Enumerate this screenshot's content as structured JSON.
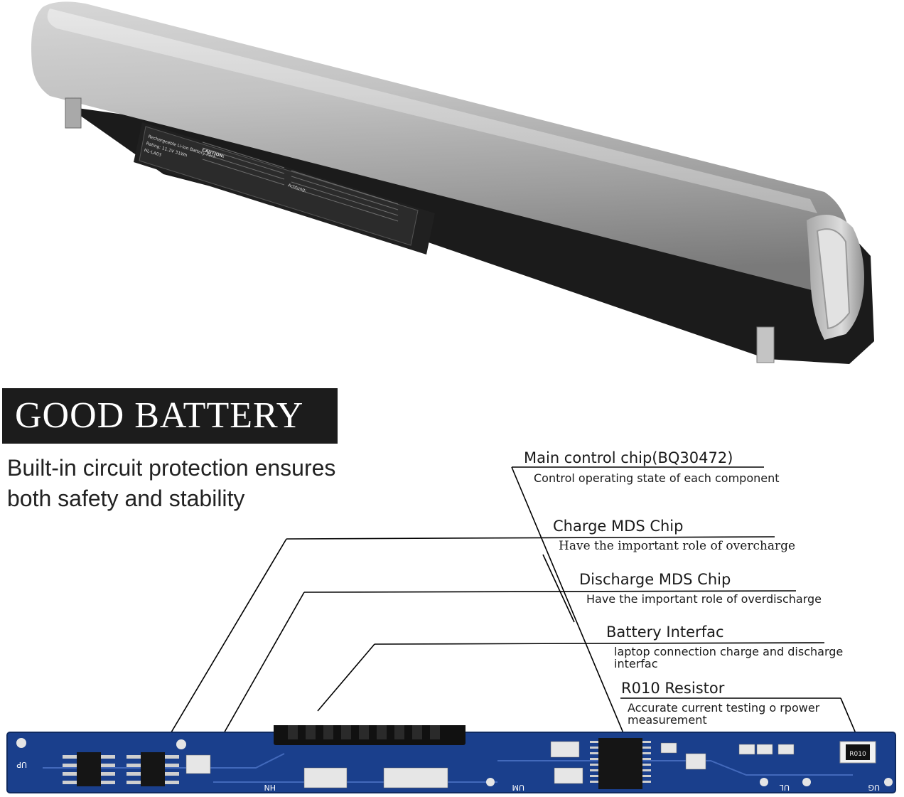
{
  "banner": {
    "text": "GOOD BATTERY"
  },
  "tagline": {
    "line1": "Built-in circuit protection ensures",
    "line2": "both safety and stability"
  },
  "callouts": [
    {
      "title": "Main control chip(BQ30472)",
      "desc": "Control operating state of each component"
    },
    {
      "title": "Charge MDS Chip",
      "desc": "Have the important role of overcharge"
    },
    {
      "title": "Discharge MDS Chip",
      "desc": "Have the important role of overdischarge"
    },
    {
      "title": "Battery Interfac",
      "desc": "laptop connection charge and discharge",
      "desc2": "interfac"
    },
    {
      "title": "R010 Resistor",
      "desc": "Accurate current testing o rpower",
      "desc2": "measurement"
    }
  ],
  "battery_label": {
    "header": "Rechargeable Li-ion Battery Pack",
    "rating": "Rating: 11.1V  31Wh",
    "model": "HL-LA03",
    "caution": "CAUTION:",
    "achtung": "Achtung:"
  },
  "pcb": {
    "marks": [
      "UP",
      "HN",
      "UM",
      "UG",
      "UL",
      "R010"
    ]
  },
  "colors": {
    "banner_bg": "#1c1c1c",
    "pcb_blue": "#1a3f8c",
    "battery_silver": "#b5b5b5"
  }
}
